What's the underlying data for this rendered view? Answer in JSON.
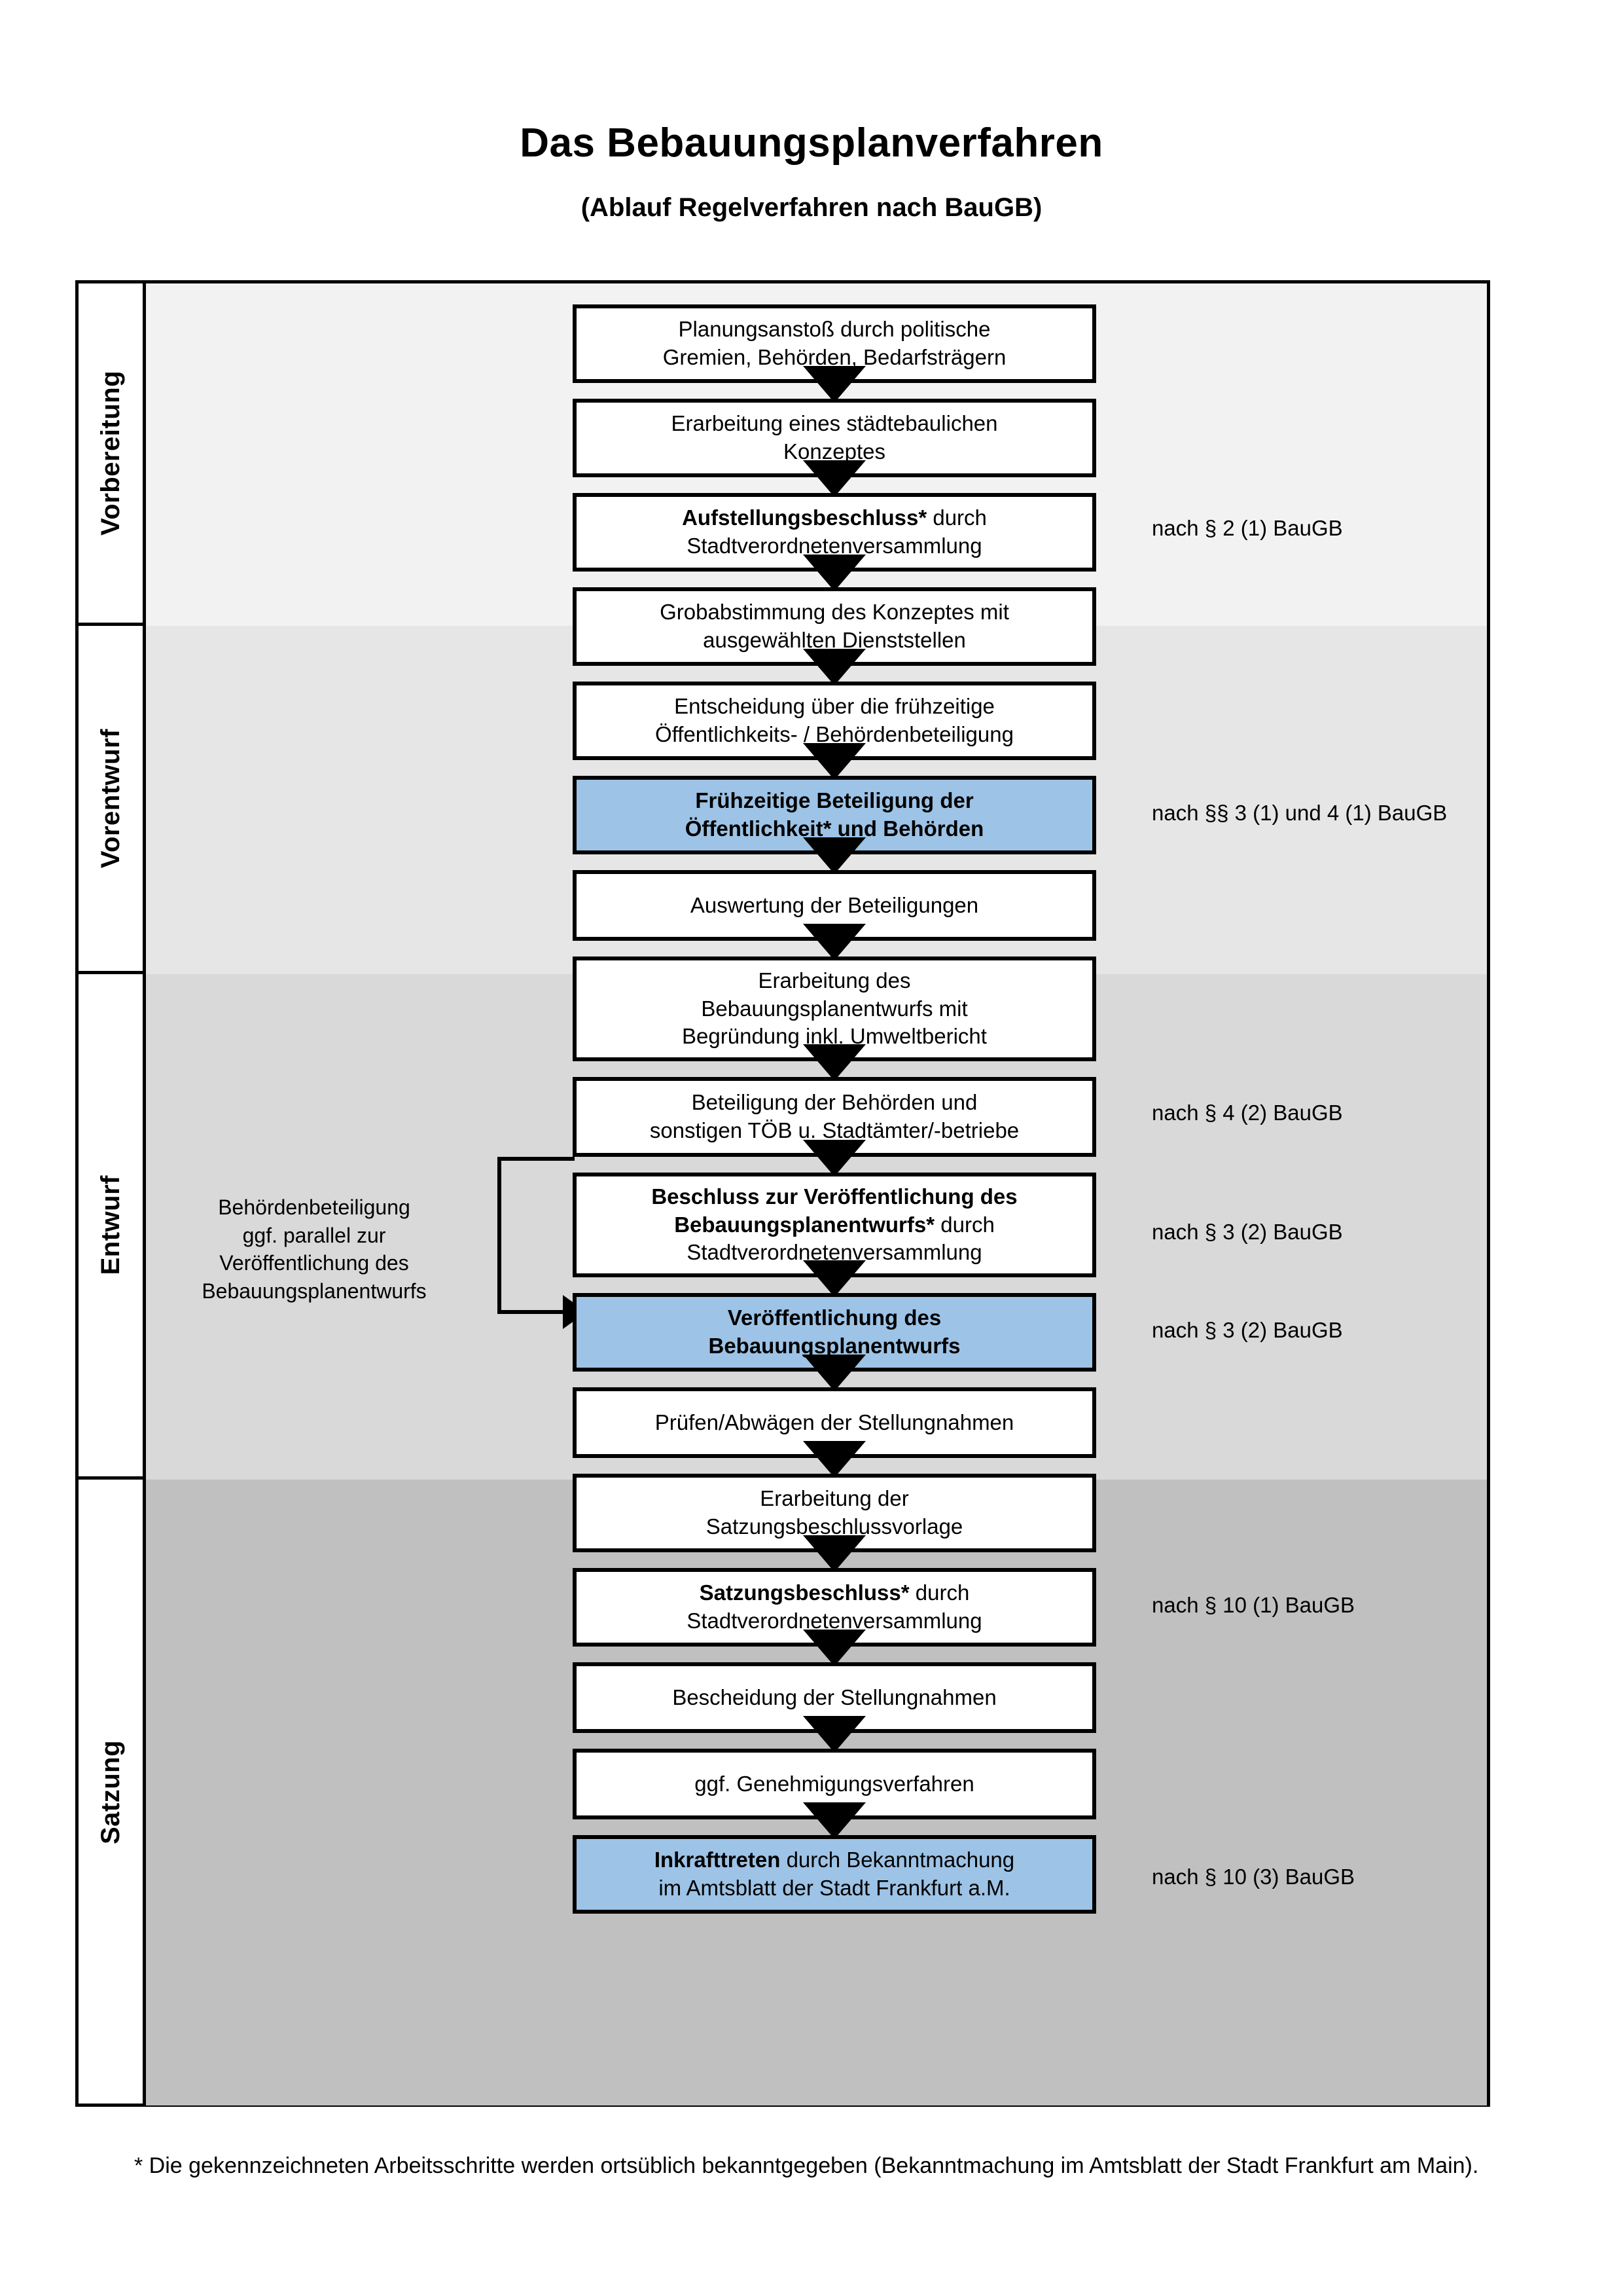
{
  "header": {
    "title": "Das Bebauungsplanverfahren",
    "subtitle": "(Ablauf Regelverfahren nach BauGB)"
  },
  "sections": [
    {
      "label": "Vorbereitung"
    },
    {
      "label": "Vorentwurf"
    },
    {
      "label": "Entwurf"
    },
    {
      "label": "Satzung"
    }
  ],
  "steps": [
    {
      "id": "planungsanstoss",
      "lines": [
        "Planungsanstoß durch politische",
        "Gremien, Behörden, Bedarfsträgern"
      ],
      "bold": [],
      "highlight": false
    },
    {
      "id": "staedtebauliches-konzept",
      "lines": [
        "Erarbeitung eines städtebaulichen",
        "Konzeptes"
      ],
      "bold": [],
      "highlight": false
    },
    {
      "id": "aufstellungsbeschluss",
      "lines": [
        "Aufstellungsbeschluss* durch",
        "Stadtverordnetenversammlung"
      ],
      "bold": [
        "Aufstellungsbeschluss*"
      ],
      "highlight": false
    },
    {
      "id": "grobabstimmung",
      "lines": [
        "Grobabstimmung des Konzeptes mit",
        "ausgewählten Dienststellen"
      ],
      "bold": [],
      "highlight": false
    },
    {
      "id": "entscheidung-fruehzeitige",
      "lines": [
        "Entscheidung über die frühzeitige",
        "Öffentlichkeits- / Behördenbeteiligung"
      ],
      "bold": [],
      "highlight": false
    },
    {
      "id": "fruehzeitige-beteiligung",
      "lines": [
        "Frühzeitige Beteiligung der",
        "Öffentlichkeit* und Behörden"
      ],
      "bold": [
        "all"
      ],
      "highlight": true
    },
    {
      "id": "auswertung-beteiligungen",
      "lines": [
        "Auswertung der Beteiligungen"
      ],
      "bold": [],
      "highlight": false
    },
    {
      "id": "erarbeitung-bplanentwurf",
      "lines": [
        "Erarbeitung des",
        "Bebauungsplanentwurfs mit",
        "Begründung inkl. Umweltbericht"
      ],
      "bold": [],
      "highlight": false
    },
    {
      "id": "beteiligung-behoerden-toeb",
      "lines": [
        "Beteiligung der Behörden und",
        "sonstigen TÖB u. Stadtämter/-betriebe"
      ],
      "bold": [],
      "highlight": false
    },
    {
      "id": "beschluss-veroeffentlichung",
      "lines": [
        "Beschluss zur Veröffentlichung des",
        "Bebauungsplanentwurfs* durch",
        "Stadtverordnetenversammlung"
      ],
      "bold": [
        "Beschluss zur Veröffentlichung des",
        "Bebauungsplanentwurfs*"
      ],
      "highlight": false
    },
    {
      "id": "veroeffentlichung-bplanentwurf",
      "lines": [
        "Veröffentlichung des",
        "Bebauungsplanentwurfs"
      ],
      "bold": [
        "all"
      ],
      "highlight": true
    },
    {
      "id": "pruefen-abwaegen",
      "lines": [
        "Prüfen/Abwägen der Stellungnahmen"
      ],
      "bold": [],
      "highlight": false
    },
    {
      "id": "erarbeitung-satzungsvorlage",
      "lines": [
        "Erarbeitung der",
        "Satzungsbeschlussvorlage"
      ],
      "bold": [],
      "highlight": false
    },
    {
      "id": "satzungsbeschluss",
      "lines": [
        "Satzungsbeschluss* durch",
        "Stadtverordnetenversammlung"
      ],
      "bold": [
        "Satzungsbeschluss*"
      ],
      "highlight": false
    },
    {
      "id": "bescheidung-stellungnahmen",
      "lines": [
        "Bescheidung der Stellungnahmen"
      ],
      "bold": [],
      "highlight": false
    },
    {
      "id": "genehmigungsverfahren",
      "lines": [
        "ggf. Genehmigungsverfahren"
      ],
      "bold": [],
      "highlight": false
    },
    {
      "id": "inkrafttreten",
      "lines": [
        "Inkrafttreten durch Bekanntmachung",
        "im Amtsblatt der Stadt Frankfurt a.M."
      ],
      "bold": [
        "Inkrafttreten"
      ],
      "highlight": true
    }
  ],
  "law_notes": [
    {
      "id": "note-1",
      "text": "nach § 2 (1) BauGB"
    },
    {
      "id": "note-2",
      "text": "nach §§ 3 (1) und 4 (1) BauGB"
    },
    {
      "id": "note-3",
      "text": "nach § 4 (2) BauGB"
    },
    {
      "id": "note-4",
      "text": "nach § 3 (2) BauGB"
    },
    {
      "id": "note-5",
      "text": "nach § 3 (2) BauGB"
    },
    {
      "id": "note-6",
      "text": "nach § 10 (1) BauGB"
    },
    {
      "id": "note-7",
      "text": "nach § 10 (3) BauGB"
    }
  ],
  "side_note": {
    "lines": [
      "Behördenbeteiligung",
      "ggf. parallel zur",
      "Veröffentlichung des",
      "Bebauungsplanentwurfs"
    ]
  },
  "footnote": {
    "text": "* Die gekennzeichneten Arbeitsschritte werden ortsüblich bekanntgegeben (Bekanntmachung im Amtsblatt  der Stadt Frankfurt am Main)."
  },
  "colors": {
    "highlight_blue": "#9dc3e6",
    "band_vorbereitung": "#f2f2f2",
    "band_vorentwurf": "#e6e6e6",
    "band_entwurf": "#d9d9d9",
    "band_satzung": "#c0c0c0",
    "line": "#000000"
  }
}
